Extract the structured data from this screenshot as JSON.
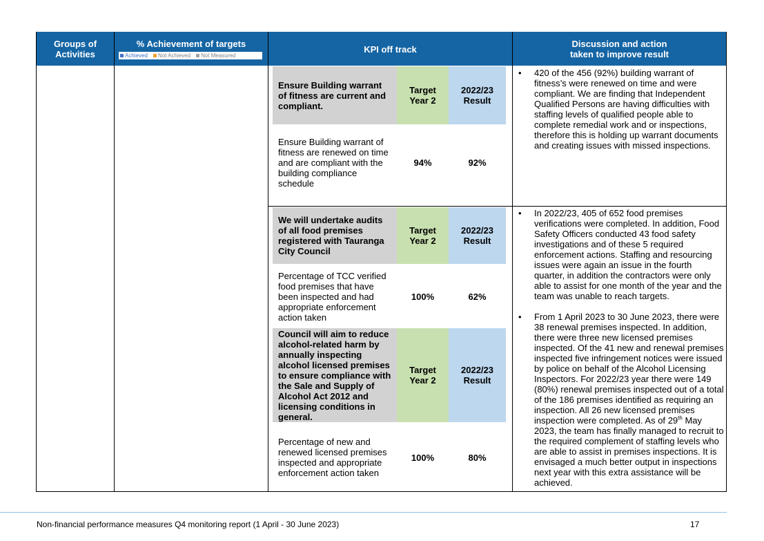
{
  "header": {
    "groups": [
      "Groups of",
      "Activities"
    ],
    "achievement": "% Achievement of targets",
    "legend": [
      {
        "label": "Achieved",
        "color": "#4472c4"
      },
      {
        "label": "Not Achieved",
        "color": "#f0a030"
      },
      {
        "label": "Not Measured",
        "color": "#a5a5a5"
      }
    ],
    "kpi": "KPI off track",
    "discussion": [
      "Discussion and action",
      "taken to improve result"
    ]
  },
  "colors": {
    "header": "#1565a4",
    "grey": "#d2d2d2",
    "green": "#c8e0b0",
    "blue": "#bdd7ee"
  },
  "kpis": [
    {
      "title": "Ensure Building warrant of fitness are current and compliant.",
      "target_label": [
        "Target",
        "Year 2"
      ],
      "result_label": [
        "2022/23",
        "Result"
      ],
      "measure": "Ensure Building warrant of fitness are renewed on time and are compliant with the building compliance schedule",
      "target": "94%",
      "result": "92%"
    },
    {
      "title": "We will undertake audits of all food premises registered with Tauranga City Council",
      "target_label": [
        "Target",
        "Year 2"
      ],
      "result_label": [
        "2022/23",
        "Result"
      ],
      "measure": "Percentage of TCC verified food premises that have been inspected and had appropriate enforcement action taken",
      "target": "100%",
      "result": "62%"
    },
    {
      "title": "Council will aim to reduce alcohol-related harm by annually inspecting alcohol licensed premises to ensure compliance with the Sale and Supply of Alcohol Act 2012 and licensing conditions in general.",
      "target_label": [
        "Target",
        "Year 2"
      ],
      "result_label": [
        "2022/23",
        "Result"
      ],
      "measure": "Percentage of new and renewed licensed premises inspected and appropriate enforcement action taken",
      "target": "100%",
      "result": "80%"
    }
  ],
  "discussion": {
    "block1": [
      "420 of the 456 (92%) building warrant of fitness’s were renewed on time and were compliant. We are finding that Independent Qualified Persons are having difficulties with staffing levels of qualified people able to complete remedial work and or inspections, therefore this is holding up warrant documents and creating issues with missed inspections."
    ],
    "block2": [
      "In 2022/23, 405 of 652 food premises verifications were completed. In addition, Food Safety Officers conducted 43 food safety investigations and of these 5 required enforcement actions. Staffing and resourcing issues were again an issue in the fourth quarter, in addition the contractors were only able to assist for one month of the year and the team was unable to reach targets.",
      "From 1 April 2023 to 30 June 2023, there were 38 renewal premises inspected. In addition, there were three new licensed premises inspected. Of the 41 new and renewal premises inspected five infringement notices were issued by police on behalf of the Alcohol Licensing Inspectors. For 2022/23 year there were 149 (80%) renewal premises inspected out of a total of the 186 premises identified as requiring an inspection. All 26 new licensed premises inspection were completed.  As of"
    ],
    "block2_date_day": "29",
    "block2_date_sup": "th",
    "block2_tail": " May 2023, the team has finally managed to recruit to the required complement of staffing levels who are able to assist in premises inspections. It is envisaged a much better output in inspections next year with this extra assistance will be achieved.",
    "bullet": "•"
  },
  "footer": {
    "text": "Non-financial performance measures Q4 monitoring report (1 April - 30 June 2023)",
    "page": "17"
  }
}
